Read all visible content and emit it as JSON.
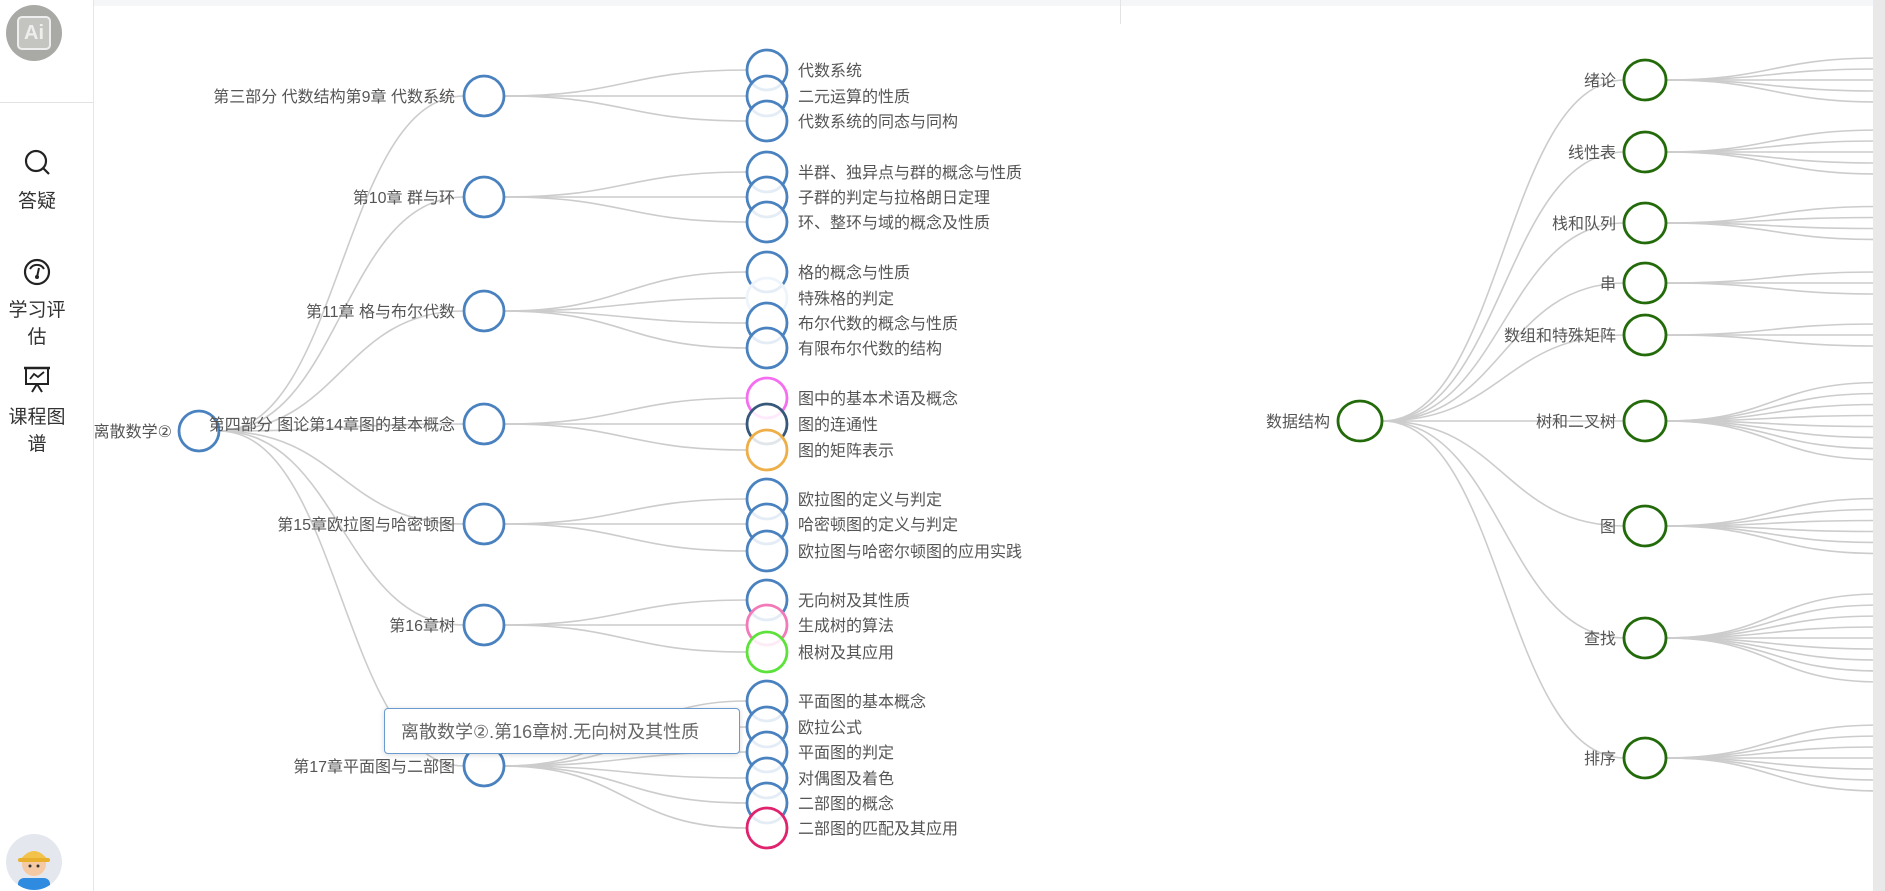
{
  "sidebar": {
    "logo_text": "Ai",
    "items": [
      {
        "label": "答疑",
        "icon": "search-icon"
      },
      {
        "label": "学习评估",
        "icon": "gauge-icon"
      },
      {
        "label": "课程图谱",
        "icon": "presentation-chart-icon"
      }
    ]
  },
  "colors": {
    "left_default": "#4a82bf",
    "right_default": "#236b0a",
    "edge": "#cccccc"
  },
  "left_tree": {
    "root": "离散数学②",
    "children": [
      {
        "label": "第三部分 代数结构第9章 代数系统",
        "children": [
          {
            "label": "代数系统"
          },
          {
            "label": "二元运算的性质"
          },
          {
            "label": "代数系统的同态与同构"
          }
        ]
      },
      {
        "label": "第10章 群与环",
        "children": [
          {
            "label": "半群、独异点与群的概念与性质"
          },
          {
            "label": "子群的判定与拉格朗日定理"
          },
          {
            "label": "环、整环与域的概念及性质"
          }
        ]
      },
      {
        "label": "第11章 格与布尔代数",
        "children": [
          {
            "label": "格的概念与性质"
          },
          {
            "label": "特殊格的判定",
            "color": "#eef4fb"
          },
          {
            "label": "布尔代数的概念与性质"
          },
          {
            "label": "有限布尔代数的结构"
          }
        ]
      },
      {
        "label": "第四部分 图论第14章图的基本概念",
        "children": [
          {
            "label": "图中的基本术语及概念",
            "color": "#f56ef0"
          },
          {
            "label": "图的连通性",
            "color": "#36587a"
          },
          {
            "label": "图的矩阵表示",
            "color": "#eeae48"
          }
        ]
      },
      {
        "label": "第15章欧拉图与哈密顿图",
        "children": [
          {
            "label": "欧拉图的定义与判定"
          },
          {
            "label": "哈密顿图的定义与判定"
          },
          {
            "label": "欧拉图与哈密尔顿图的应用实践"
          }
        ]
      },
      {
        "label": "第16章树",
        "children": [
          {
            "label": "无向树及其性质"
          },
          {
            "label": "生成树的算法",
            "color": "#f27ab8"
          },
          {
            "label": "根树及其应用",
            "color": "#5ce23a"
          }
        ]
      },
      {
        "label": "第17章平面图与二部图",
        "children": [
          {
            "label": "平面图的基本概念"
          },
          {
            "label": "欧拉公式"
          },
          {
            "label": "平面图的判定"
          },
          {
            "label": "对偶图及着色"
          },
          {
            "label": "二部图的概念"
          },
          {
            "label": "二部图的匹配及其应用",
            "color": "#e0236e"
          }
        ]
      }
    ]
  },
  "tooltip": "离散数学②.第16章树.无向树及其性质",
  "right_tree": {
    "root": "数据结构",
    "children": [
      {
        "label": "绪论"
      },
      {
        "label": "线性表"
      },
      {
        "label": "栈和队列"
      },
      {
        "label": "串"
      },
      {
        "label": "数组和特殊矩阵"
      },
      {
        "label": "树和二叉树"
      },
      {
        "label": "图"
      },
      {
        "label": "查找"
      },
      {
        "label": "排序"
      }
    ]
  }
}
